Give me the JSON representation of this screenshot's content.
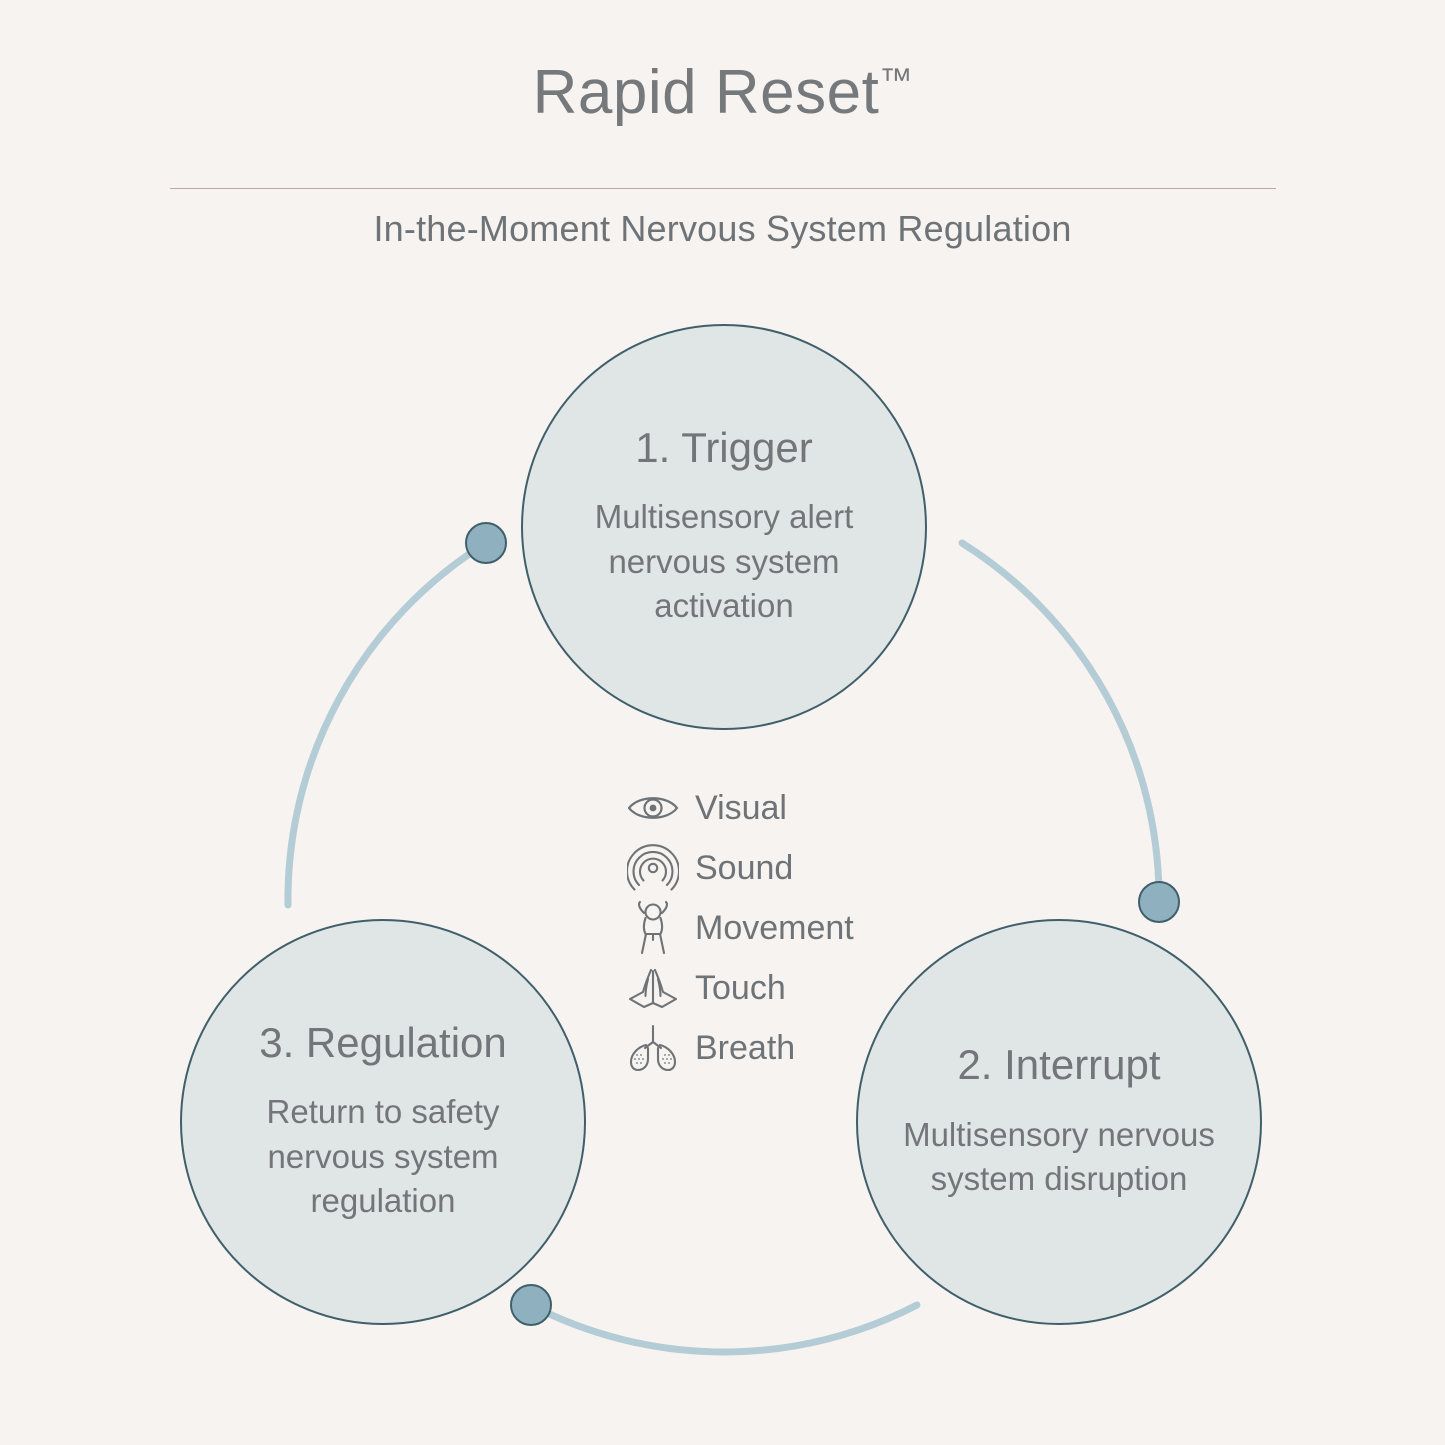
{
  "header": {
    "title": "Rapid Reset",
    "trademark": "™",
    "subtitle": "In-the-Moment Nervous System Regulation"
  },
  "colors": {
    "background": "#f7f3f0",
    "node_fill": "#e0e5e5",
    "node_stroke": "#3f5f6b",
    "dot_fill": "#8fb0bf",
    "arc": "#b4ccd6",
    "text": "#72767a",
    "divider": "#b6aca6"
  },
  "cycle": {
    "nodes": [
      {
        "id": "trigger",
        "title": "1. Trigger",
        "description": "Multisensory alert nervous system activation"
      },
      {
        "id": "interrupt",
        "title": "2. Interrupt",
        "description": "Multisensory nervous system disruption"
      },
      {
        "id": "regulation",
        "title": "3. Regulation",
        "description": "Return to safety nervous system regulation"
      }
    ],
    "connectors": [
      {
        "id": "regulation-to-trigger",
        "from": "regulation",
        "to": "trigger"
      },
      {
        "id": "trigger-to-interrupt",
        "from": "trigger",
        "to": "interrupt"
      },
      {
        "id": "interrupt-to-regulation",
        "from": "interrupt",
        "to": "regulation"
      }
    ]
  },
  "legend": {
    "items": [
      {
        "icon": "eye-icon",
        "label": "Visual"
      },
      {
        "icon": "sound-waves-icon",
        "label": "Sound"
      },
      {
        "icon": "person-stretching-icon",
        "label": "Movement"
      },
      {
        "icon": "praying-hands-icon",
        "label": "Touch"
      },
      {
        "icon": "lungs-icon",
        "label": "Breath"
      }
    ]
  }
}
